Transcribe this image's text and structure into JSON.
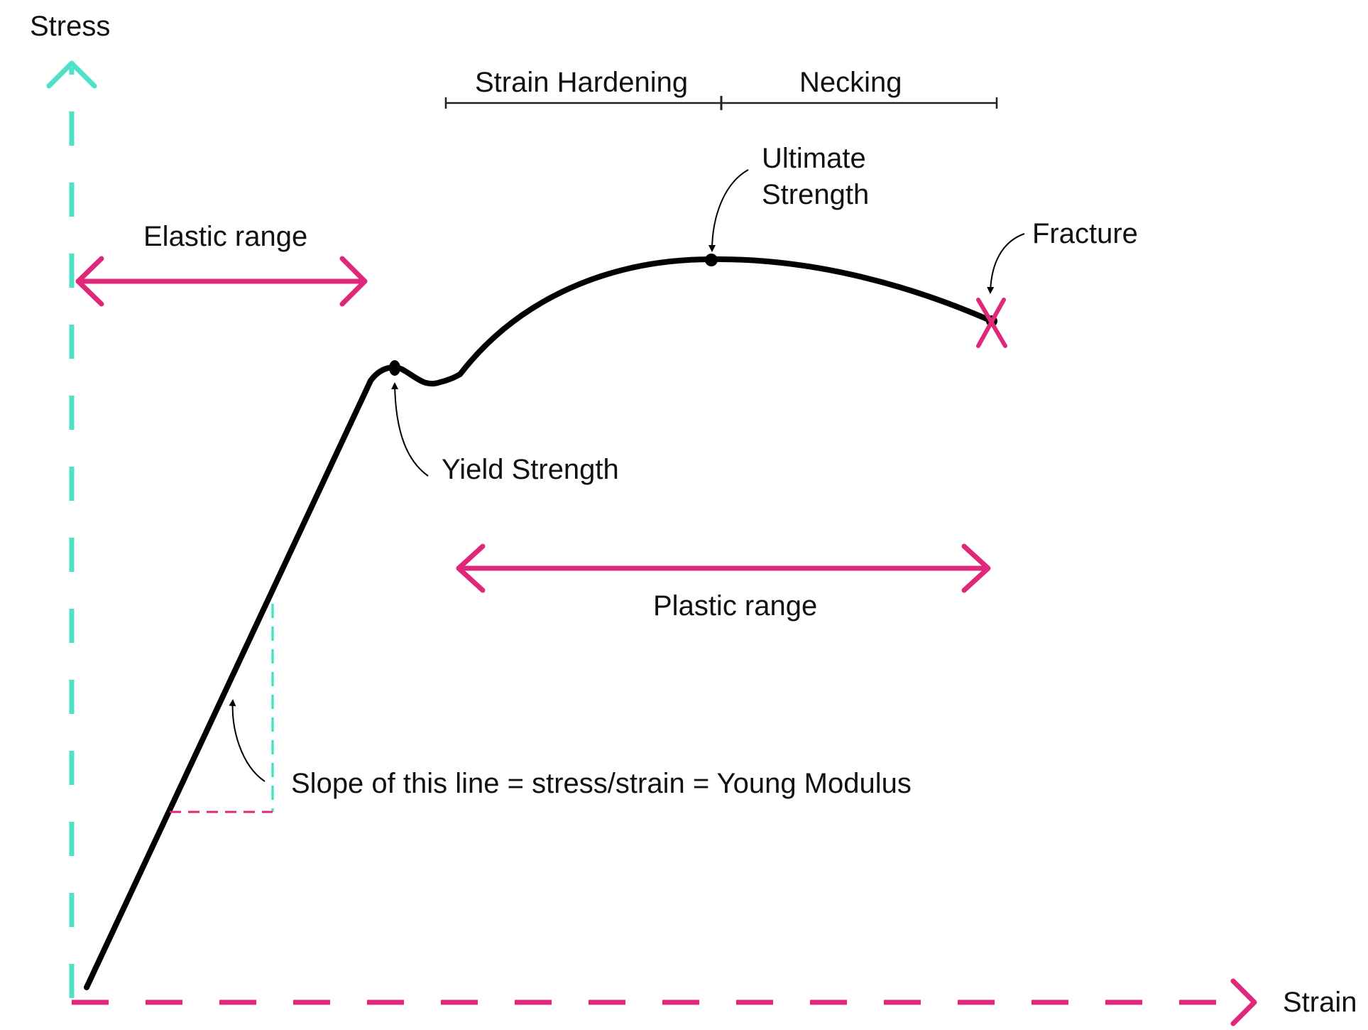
{
  "axes": {
    "y_label": "Stress",
    "x_label": "Strain"
  },
  "annotations": {
    "elastic_range": "Elastic range",
    "plastic_range": "Plastic range",
    "strain_hardening": "Strain Hardening",
    "necking": "Necking",
    "ultimate_strength_line1": "Ultimate",
    "ultimate_strength_line2": "Strength",
    "fracture": "Fracture",
    "yield_strength": "Yield Strength",
    "slope_note": "Slope of this line = stress/strain = Young Modulus"
  },
  "colors": {
    "stress_axis": "#4fe0c8",
    "strain_axis": "#e0287a",
    "curve": "#000000",
    "range_arrows": "#e0287a",
    "fracture_mark": "#e0287a",
    "text": "#111111"
  }
}
